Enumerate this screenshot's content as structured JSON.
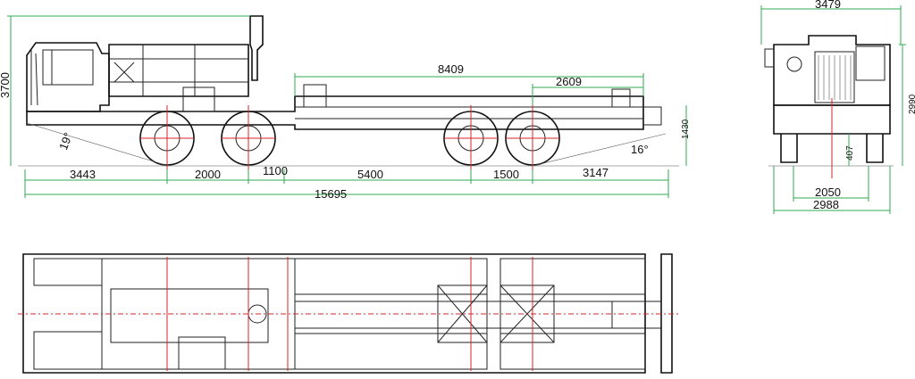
{
  "side_view": {
    "dims": {
      "height": "3700",
      "frame_length": "8409",
      "rear_span": "2609",
      "frame_height": "1430",
      "approach_angle": "19°",
      "departure_angle": "16°",
      "front_overhang": "3443",
      "wheelbase_1": "2000",
      "spacing_1100": "1100",
      "wheelbase_2": "5400",
      "wheelbase_3": "1500",
      "rear_overhang": "3147",
      "overall_length": "15695"
    }
  },
  "front_view": {
    "dims": {
      "overall_width": "3479",
      "overall_height": "2990",
      "ground_clearance": "407",
      "track_width": "2050",
      "body_width": "2988"
    }
  },
  "colors": {
    "axle_center": "#d8232a",
    "dimension_line": "#2fa84f",
    "outline": "#222222"
  }
}
